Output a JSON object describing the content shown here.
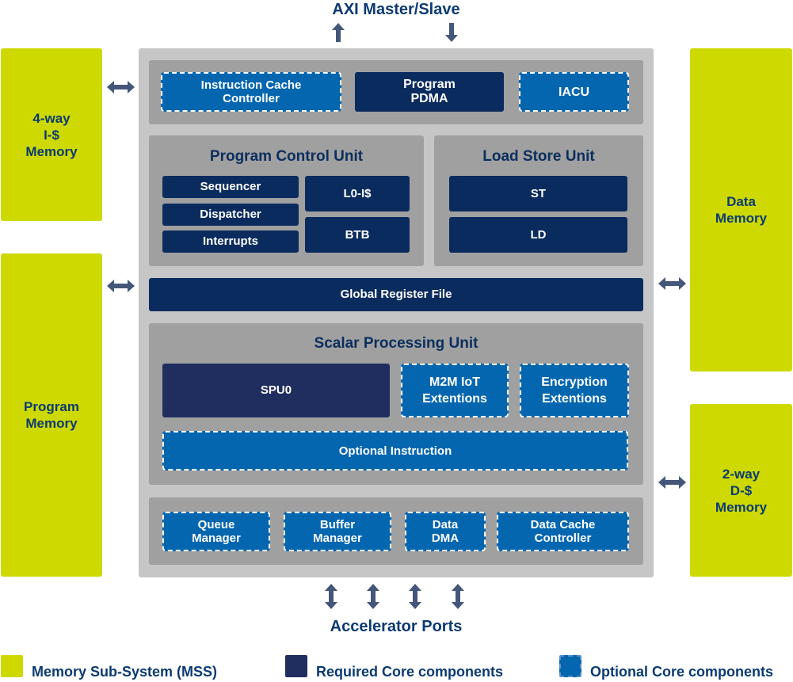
{
  "top_label": "AXI Master/Slave",
  "bottom_label": "Accelerator Ports",
  "memories": {
    "icache": "4-way\nI-$\nMemory",
    "program": "Program\nMemory",
    "data": "Data\nMemory",
    "dcache": "2-way\nD-$\nMemory"
  },
  "top_row": {
    "icache_controller": "Instruction Cache\nController",
    "program_pdma": "Program\nPDMA",
    "iacu": "IACU"
  },
  "pcu": {
    "title": "Program Control Unit",
    "items": [
      "Sequencer",
      "Dispatcher",
      "Interrupts"
    ],
    "right_items": [
      "L0-I$",
      "BTB"
    ]
  },
  "lsu": {
    "title": "Load Store Unit",
    "items": [
      "ST",
      "LD"
    ]
  },
  "global_register_file": "Global Register File",
  "spu": {
    "title": "Scalar Processing Unit",
    "spu0": "SPU0",
    "m2m": "M2M IoT\nExtentions",
    "encryption": "Encryption\nExtentions",
    "optional_instruction": "Optional Instruction"
  },
  "bottom_row": {
    "items": [
      "Queue\nManager",
      "Buffer\nManager",
      "Data\nDMA",
      "Data Cache\nController"
    ]
  },
  "legend": {
    "items": [
      {
        "label": "Memory Sub-System (MSS)",
        "color": "#cdd900"
      },
      {
        "label": "Required Core components",
        "color": "#1f2e5f"
      },
      {
        "label": "Optional Core components",
        "color": "#0566b0"
      }
    ]
  },
  "colors": {
    "memory": "#cdd900",
    "required": "#0a2b5e",
    "optional": "#0566b0",
    "arrow": "#44577a",
    "text": "#0b3a73"
  }
}
